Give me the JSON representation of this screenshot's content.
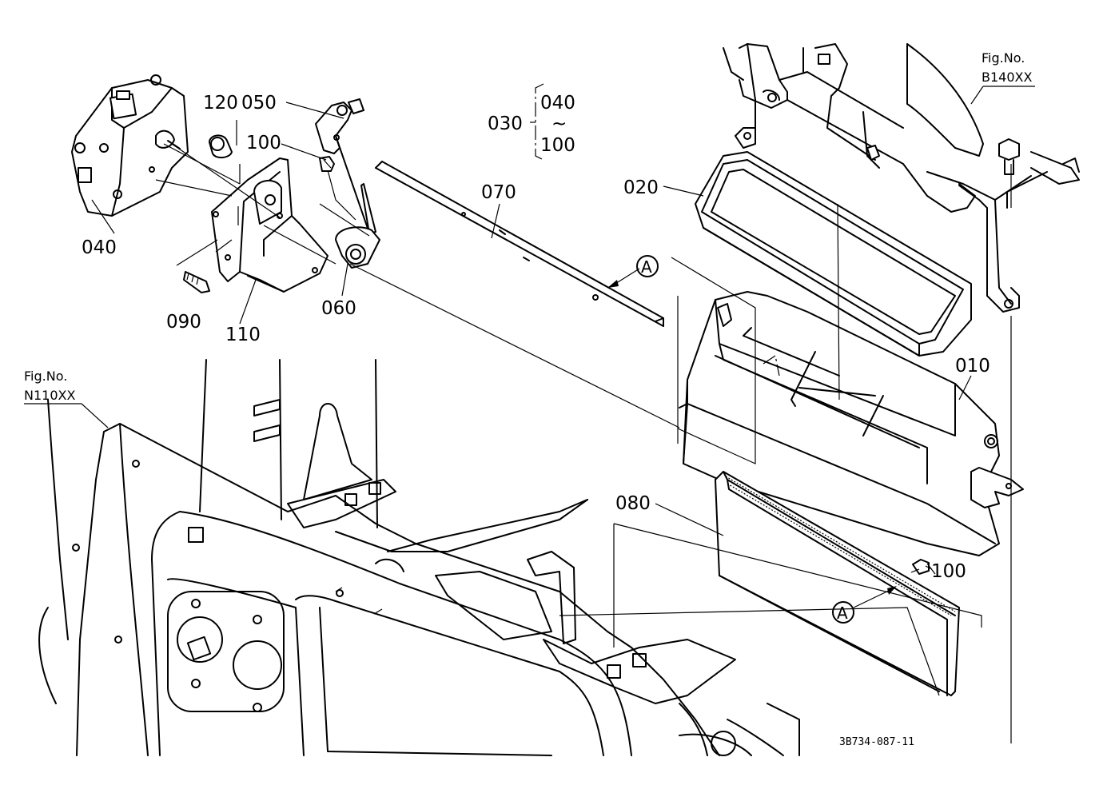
{
  "diagram": {
    "code": "3B734-087-11",
    "callouts": {
      "p010": "010",
      "p020": "020",
      "p030": "030",
      "p040": "040",
      "p050": "050",
      "p060": "060",
      "p070": "070",
      "p080": "080",
      "p090": "090",
      "p100a": "100",
      "p100b": "100",
      "p110": "110",
      "p120": "120"
    },
    "kit_range": {
      "from": "040",
      "sep": "~",
      "to": "100"
    },
    "markers": {
      "a1": "A",
      "a2": "A"
    },
    "fig_refs": {
      "top_right": {
        "label": "Fig.No.",
        "value": "B140XX"
      },
      "left": {
        "label": "Fig.No.",
        "value": "N110XX"
      }
    }
  }
}
